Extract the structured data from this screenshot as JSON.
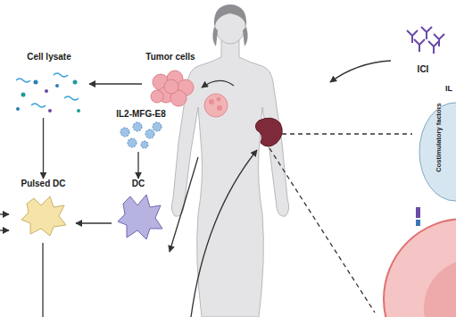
{
  "diagram": {
    "nodes": [
      {
        "text": [
          "Cell lysate"
        ]
      },
      {
        "text": [
          "Tumor cells"
        ]
      },
      {
        "text": [
          "IL2-MFG-E8"
        ]
      },
      {
        "text": [
          "Pulsed DC"
        ]
      },
      {
        "text": [
          "DC"
        ]
      },
      {
        "text": [
          "ICI"
        ]
      }
    ],
    "edges": [
      {
        "from": 1,
        "to": 0,
        "arrow": "to"
      },
      {
        "from": 0,
        "to": 3,
        "arrow": "to"
      },
      {
        "from": 2,
        "to": 4,
        "arrow": "to"
      },
      {
        "from": 4,
        "to": 3,
        "arrow": "to"
      }
    ],
    "labels": [
      "Costimulatory factors",
      "IL"
    ]
  }
}
